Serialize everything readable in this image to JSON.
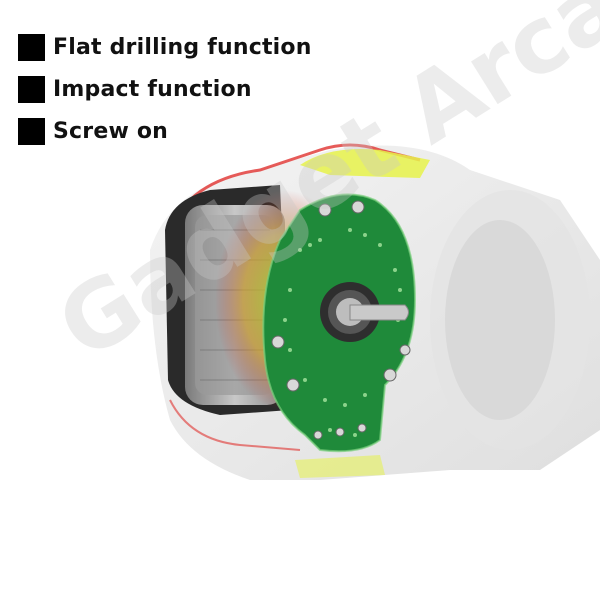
{
  "features": [
    {
      "label": "Flat drilling function"
    },
    {
      "label": "Impact function"
    },
    {
      "label": "Screw on"
    }
  ],
  "watermark": {
    "text": "Gadget Arcade"
  },
  "colors": {
    "background": "#ffffff",
    "marker": "#000000",
    "pcb": "#1f8a3a",
    "outline_red": "#e0322f",
    "highlight_yellow": "#e6f24a",
    "bearing": "#333333"
  },
  "image": {
    "subject": "cutaway view of brushless motor with green circuit board inside power tool housing"
  }
}
